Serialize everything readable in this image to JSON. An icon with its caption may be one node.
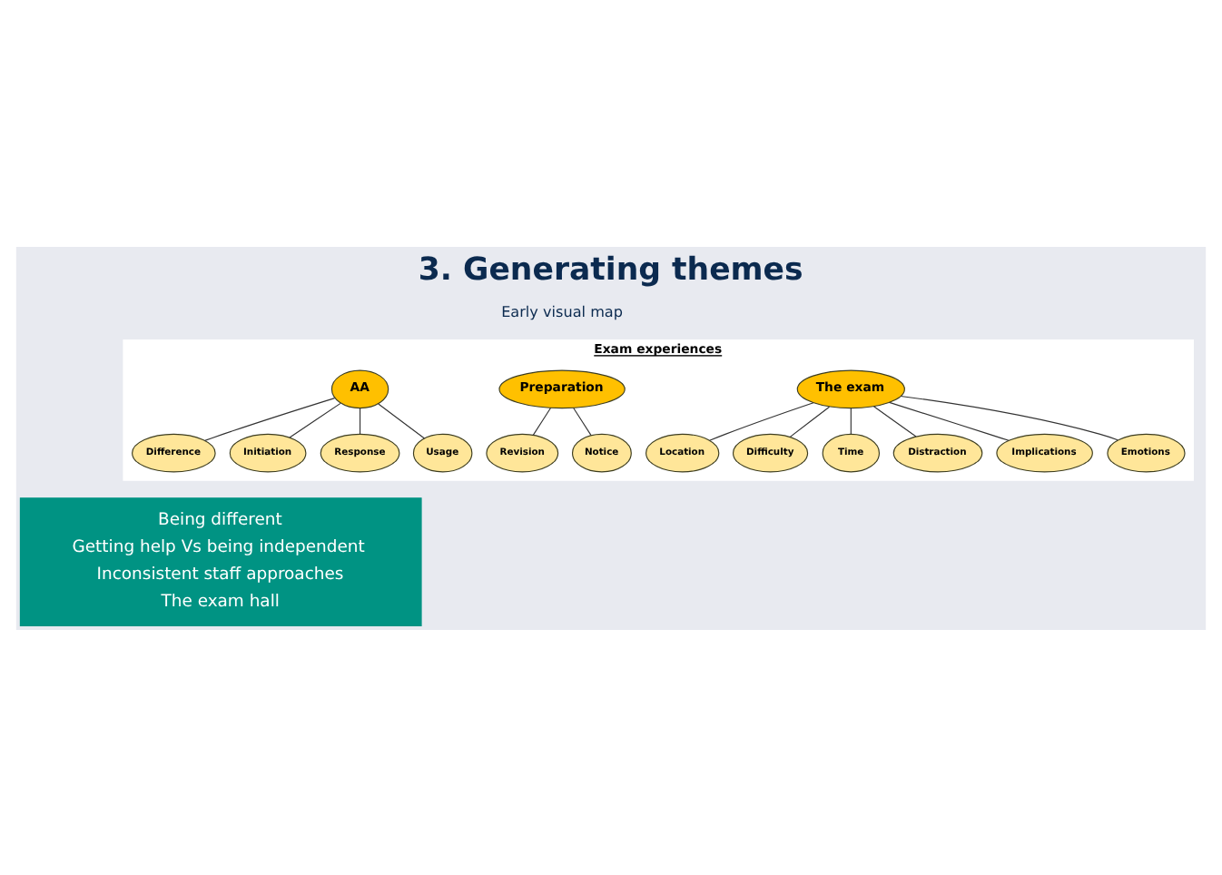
{
  "diagram": {
    "title": "3. Generating themes",
    "nodes": [
      {
        "text": [
          "Exam experiences"
        ]
      },
      {
        "text": [
          "Location"
        ],
        "in": 0
      },
      {
        "text": [
          "Difficulty"
        ],
        "in": 0
      },
      {
        "text": [
          "The exam"
        ],
        "in": 0
      },
      {
        "text": [
          "Time"
        ],
        "in": 0
      },
      {
        "text": [
          "Distraction"
        ],
        "in": 0
      },
      {
        "text": [
          "Implications"
        ],
        "in": 0
      },
      {
        "text": [
          "Emotions"
        ],
        "in": 0
      },
      {
        "text": [
          "Revision"
        ],
        "in": 0
      },
      {
        "text": [
          "Notice"
        ],
        "in": 0
      },
      {
        "text": [
          "Preparation"
        ],
        "in": 0
      },
      {
        "text": [
          "Difference"
        ],
        "in": 0
      },
      {
        "text": [
          "Initiation"
        ],
        "in": 0
      },
      {
        "text": [
          "AA"
        ],
        "in": 0
      },
      {
        "text": [
          "Response"
        ],
        "in": 0
      },
      {
        "text": [
          "Usage"
        ],
        "in": 0
      },
      {
        "text": [
          "Being different",
          "Getting help Vs being independent",
          "Inconsistent staff approaches",
          "The exam hall"
        ]
      }
    ],
    "edges": [
      {
        "from": 3,
        "to": 1,
        "arrow": "none"
      },
      {
        "from": 3,
        "to": 2,
        "arrow": "none"
      },
      {
        "from": 3,
        "to": 4,
        "arrow": "none"
      },
      {
        "from": 3,
        "to": 5,
        "arrow": "none"
      },
      {
        "from": 3,
        "to": 6,
        "arrow": "none"
      },
      {
        "from": 3,
        "to": 7,
        "arrow": "none"
      },
      {
        "from": 10,
        "to": 8,
        "arrow": "none"
      },
      {
        "from": 10,
        "to": 9,
        "arrow": "none"
      },
      {
        "from": 13,
        "to": 11,
        "arrow": "none"
      },
      {
        "from": 13,
        "to": 12,
        "arrow": "none"
      },
      {
        "from": 13,
        "to": 14,
        "arrow": "none"
      },
      {
        "from": 13,
        "to": 15,
        "arrow": "none"
      }
    ],
    "labels": [
      "Early visual map"
    ]
  }
}
